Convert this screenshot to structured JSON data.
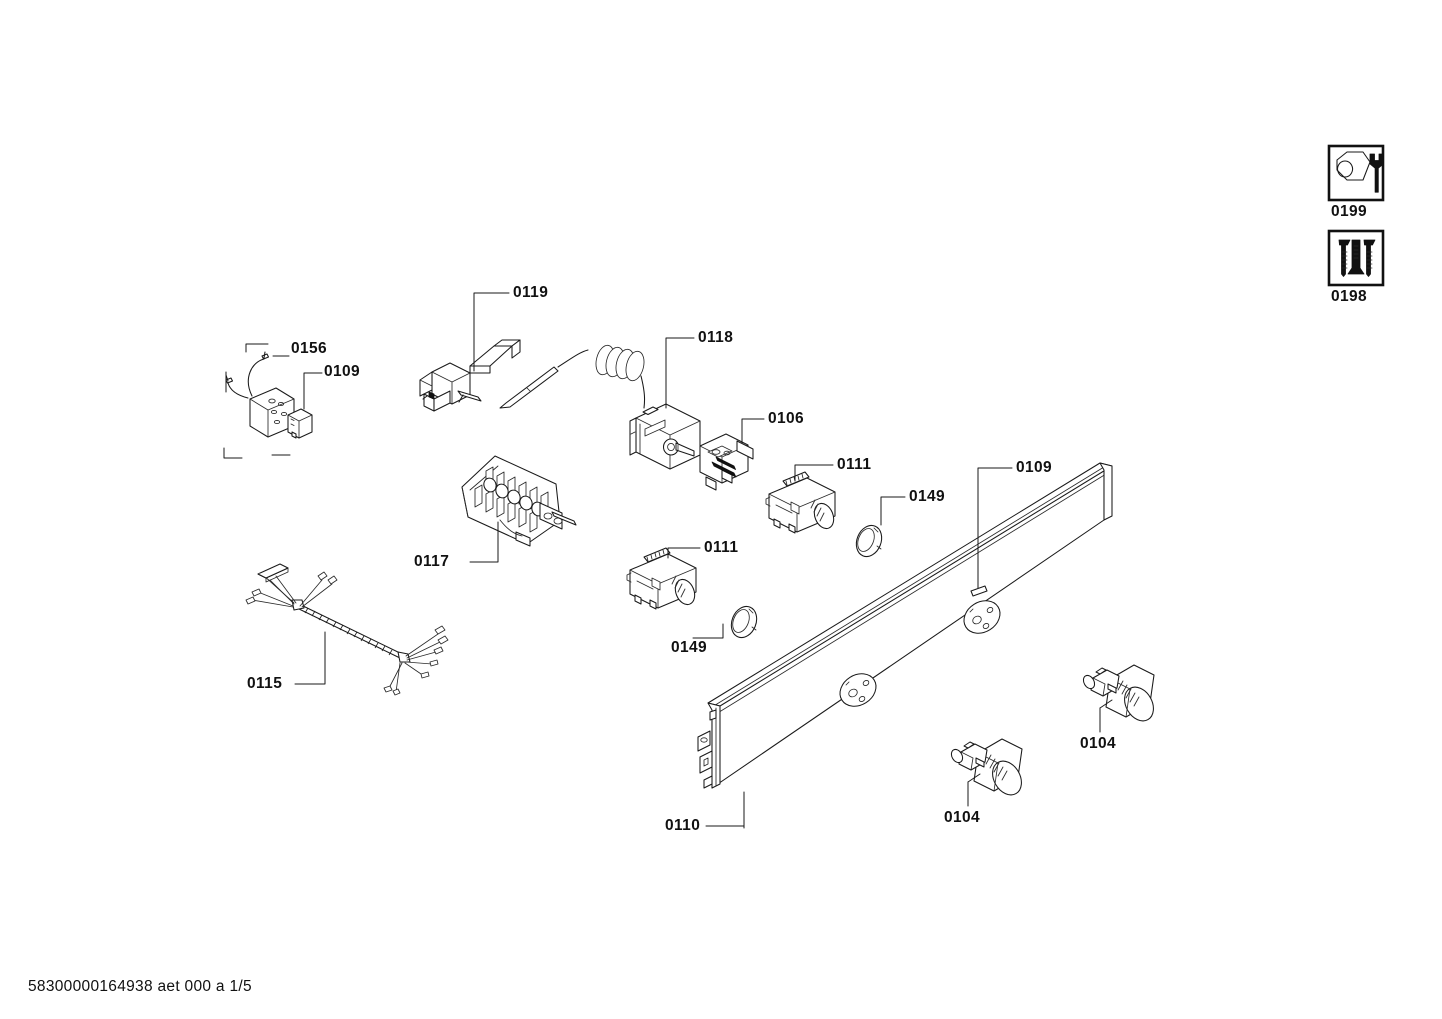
{
  "document": {
    "type": "exploded-parts-diagram",
    "footer": "58300000164938 aet 000 a 1/5",
    "page": "1/5",
    "background_color": "#ffffff",
    "line_color": "#1a1a1a"
  },
  "kit_icons": [
    {
      "code": "0199",
      "icon": "wrench-nut-icon",
      "description": "Installation / fastening tool set"
    },
    {
      "code": "0198",
      "icon": "screws-anchor-icon",
      "description": "Screws and wall anchor set"
    }
  ],
  "parts": [
    {
      "ref": "0156",
      "name": "relay-module",
      "label": "0156"
    },
    {
      "ref": "0109",
      "name": "connector-plug",
      "label": "0109"
    },
    {
      "ref": "0119",
      "name": "door-switch-bracket",
      "label": "0119"
    },
    {
      "ref": "0118",
      "name": "thermostat",
      "label": "0118"
    },
    {
      "ref": "0106",
      "name": "mounting-bracket",
      "label": "0106"
    },
    {
      "ref": "0111",
      "name": "rotary-switch-upper",
      "label": "0111"
    },
    {
      "ref": "0111",
      "name": "rotary-switch-lower",
      "label": "0111"
    },
    {
      "ref": "0149",
      "name": "retaining-ring-upper",
      "label": "0149"
    },
    {
      "ref": "0149",
      "name": "retaining-ring-lower",
      "label": "0149"
    },
    {
      "ref": "0117",
      "name": "terminal-block",
      "label": "0117"
    },
    {
      "ref": "0115",
      "name": "wiring-harness",
      "label": "0115"
    },
    {
      "ref": "0110",
      "name": "control-panel-fascia",
      "label": "0110"
    },
    {
      "ref": "0109",
      "name": "panel-rating-label",
      "label": "0109"
    },
    {
      "ref": "0104",
      "name": "control-knob-right",
      "label": "0104"
    },
    {
      "ref": "0104",
      "name": "control-knob-left",
      "label": "0104"
    }
  ],
  "labels": {
    "l0156": "0156",
    "l0109a": "0109",
    "l0119": "0119",
    "l0118": "0118",
    "l0106": "0106",
    "l0111a": "0111",
    "l0111b": "0111",
    "l0149a": "0149",
    "l0149b": "0149",
    "l0117": "0117",
    "l0115": "0115",
    "l0110": "0110",
    "l0109b": "0109",
    "l0104a": "0104",
    "l0104b": "0104",
    "l0199": "0199",
    "l0198": "0198"
  }
}
